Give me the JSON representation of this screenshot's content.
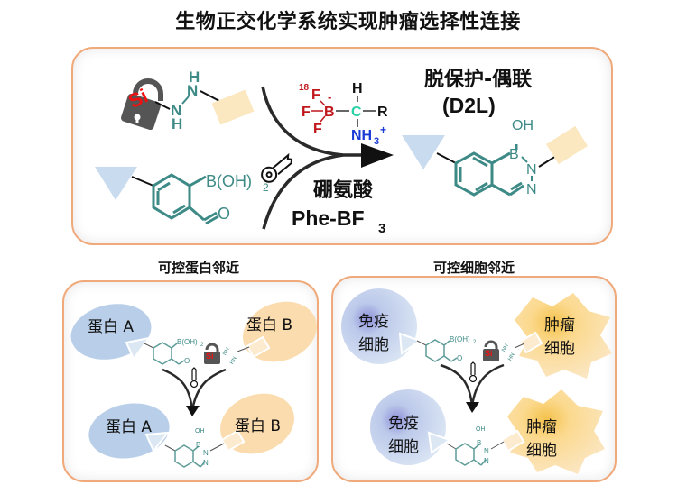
{
  "title": "生物正交化学系统实现肿瘤选择性连接",
  "colors": {
    "panel_border": "#f0a97a",
    "teal": "#3d8a86",
    "red_label": "#c0171c",
    "blue_label": "#1a3ad6",
    "carbon_green": "#2ad1a6",
    "lock_gray": "#555555",
    "si_red": "#ee1111",
    "triangle_blue": "#c9dcef",
    "rect_yellow": "#fbe7c0",
    "protein_a": "#b9cfe9",
    "protein_b": "#fbdcae"
  },
  "top_panel": {
    "reactant_hydrazine": {
      "atoms": [
        "H",
        "N",
        "N",
        "H"
      ],
      "lock_label": "Si"
    },
    "reactant_boronic": {
      "substituent": "B(OH)",
      "subscript": "2",
      "carbonyl": "O"
    },
    "reagent": {
      "isotope": "18",
      "f_atoms": [
        "F",
        "F",
        "F"
      ],
      "charge": "-",
      "boron": "B",
      "carbon": "C",
      "h": "H",
      "r": "R",
      "amine": "NH",
      "amine_sub": "3",
      "amine_charge": "+",
      "name_cn": "硼氨酸",
      "name_en": "Phe-BF",
      "name_sub": "3"
    },
    "process_title_line1": "脱保护-偶联",
    "process_title_line2": "(D2L)",
    "product": {
      "oh": "OH",
      "b": "B",
      "n1": "N",
      "n2": "N"
    }
  },
  "protein_panel": {
    "heading": "可控蛋白邻近",
    "protein_a": "蛋白 A",
    "protein_b": "蛋白 B",
    "boronic": "B(OH)",
    "boronic_sub": "2",
    "carbonyl": "O",
    "lock_label": "Si",
    "hydrazine": [
      "NH",
      "HN"
    ],
    "product": {
      "oh": "OH",
      "b": "B",
      "n1": "N",
      "n2": "N"
    }
  },
  "cell_panel": {
    "heading": "可控细胞邻近",
    "immune_line1": "免疫",
    "immune_line2": "细胞",
    "tumor_line1": "肿瘤",
    "tumor_line2": "细胞",
    "boronic": "B(OH)",
    "boronic_sub": "2",
    "carbonyl": "O",
    "lock_label": "Si",
    "hydrazine": [
      "NH",
      "HN"
    ],
    "product": {
      "oh": "OH",
      "b": "B",
      "n1": "N",
      "n2": "N"
    }
  }
}
